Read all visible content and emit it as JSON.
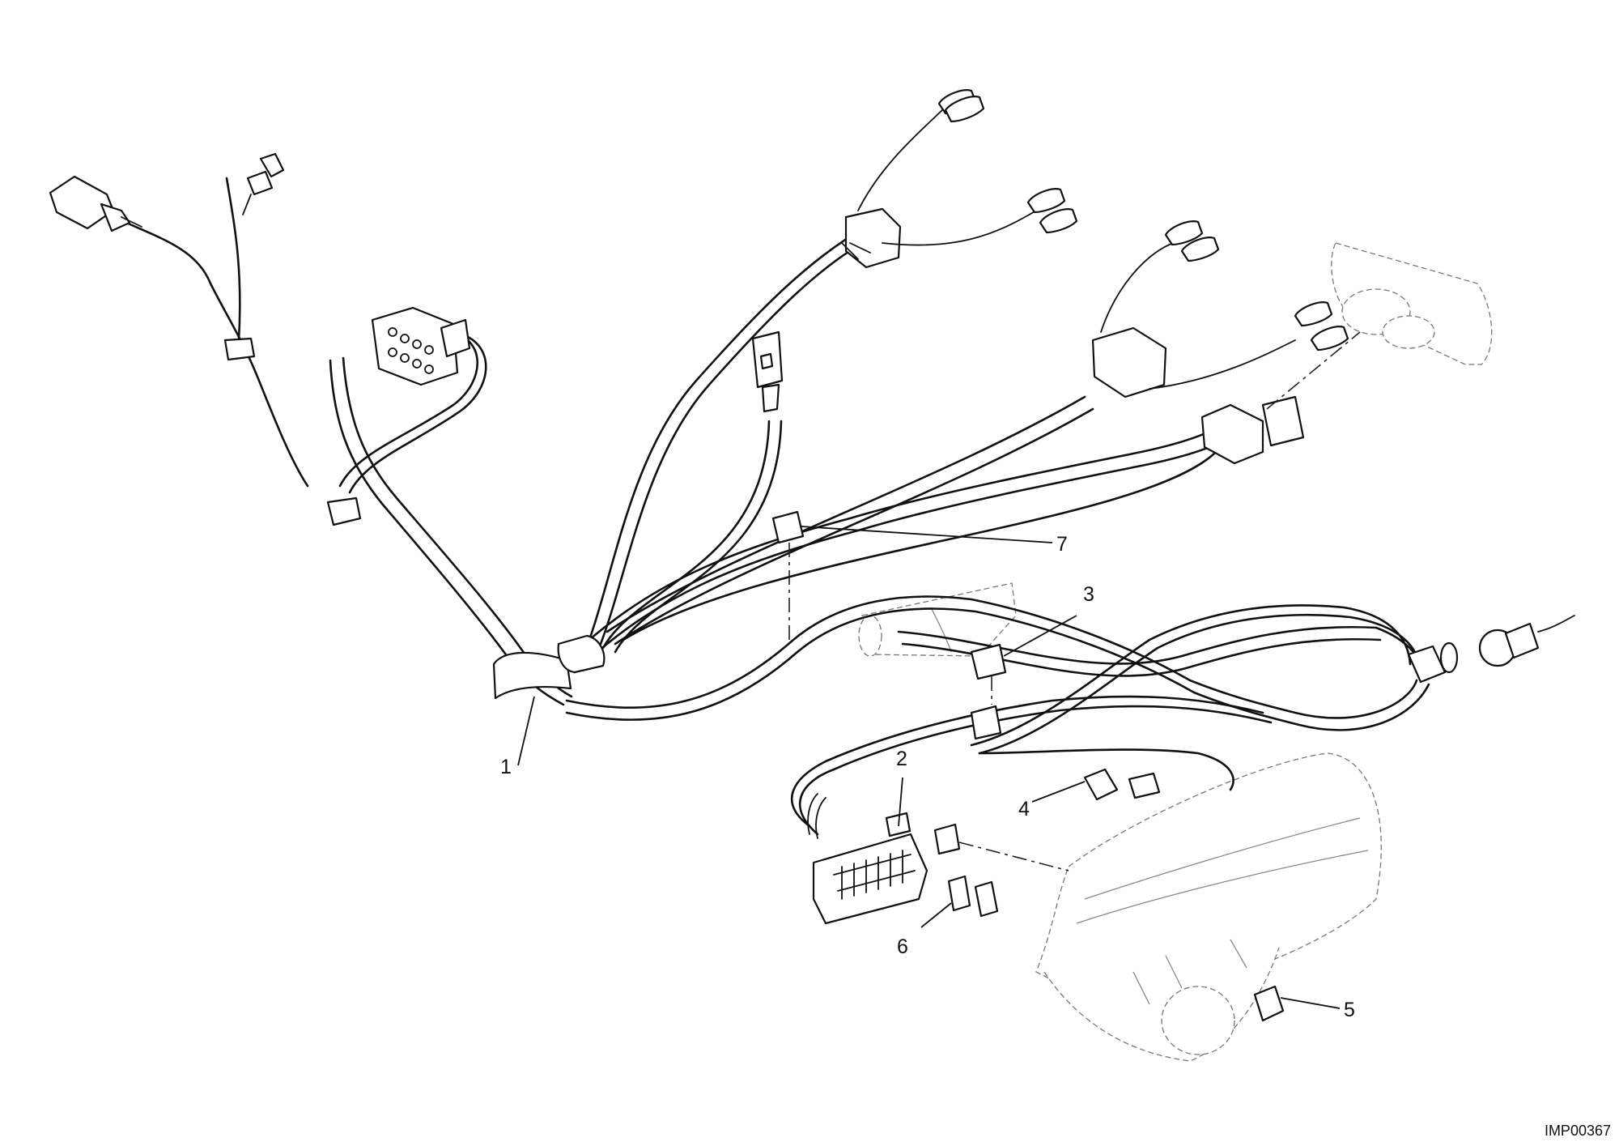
{
  "callouts": [
    {
      "id": "1",
      "text": "1"
    },
    {
      "id": "2",
      "text": "2"
    },
    {
      "id": "3",
      "text": "3"
    },
    {
      "id": "4",
      "text": "4"
    },
    {
      "id": "5",
      "text": "5"
    },
    {
      "id": "6",
      "text": "6"
    },
    {
      "id": "7",
      "text": "7"
    }
  ],
  "reference_code": "IMP00367"
}
